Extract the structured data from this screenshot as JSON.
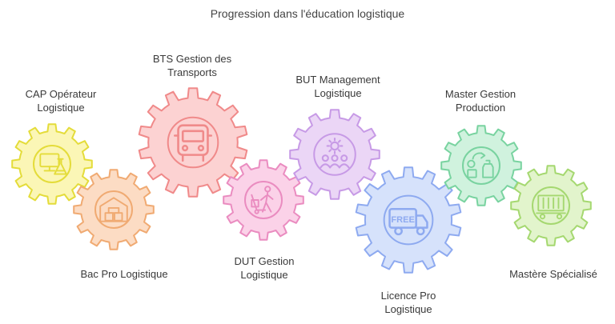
{
  "title": "Progression dans l'éducation logistique",
  "stages": [
    {
      "label": "CAP Opérateur\nLogistique",
      "icon": "lab-computer-icon",
      "fill": "#fbf6b6",
      "stroke": "#e4dc3a"
    },
    {
      "label": "Bac Pro Logistique",
      "icon": "warehouse-icon",
      "fill": "#fcdcc4",
      "stroke": "#f0aa72"
    },
    {
      "label": "BTS Gestion des\nTransports",
      "icon": "bus-icon",
      "fill": "#fcd2d2",
      "stroke": "#f08a8a"
    },
    {
      "label": "DUT Gestion\nLogistique",
      "icon": "hand-truck-icon",
      "fill": "#fbd2e8",
      "stroke": "#ea8cc0"
    },
    {
      "label": "BUT Management\nLogistique",
      "icon": "team-management-icon",
      "fill": "#ebd6f6",
      "stroke": "#c79ae6"
    },
    {
      "label": "Licence Pro\nLogistique",
      "icon": "free-delivery-truck-icon",
      "fill": "#d6e2fb",
      "stroke": "#8eaaf0"
    },
    {
      "label": "Master Gestion\nProduction",
      "icon": "production-cycle-icon",
      "fill": "#d0f2de",
      "stroke": "#79d3a0"
    },
    {
      "label": "Mastère Spécialisé",
      "icon": "cargo-container-icon",
      "fill": "#e2f4cc",
      "stroke": "#a5d870"
    }
  ]
}
